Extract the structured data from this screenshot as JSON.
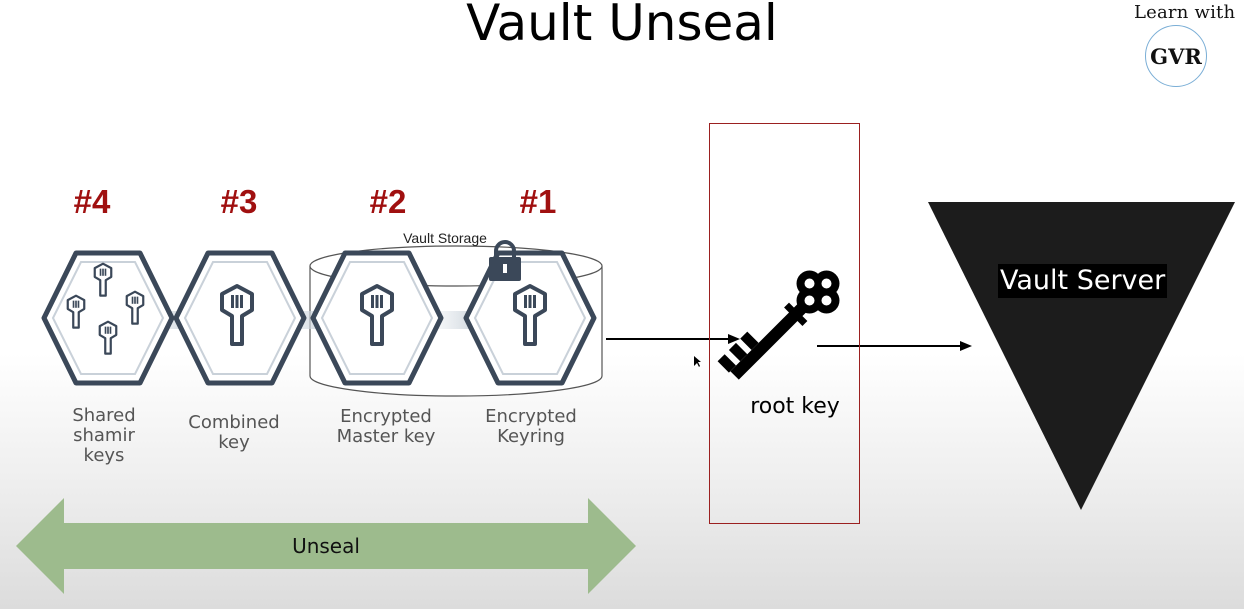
{
  "title": "Vault Unseal",
  "brand": {
    "text": "Learn with",
    "logo": "GVR"
  },
  "steps": [
    {
      "number": "#4",
      "caption": "Shared\nshamir\nkeys",
      "icon": "shamir-keys-icon"
    },
    {
      "number": "#3",
      "caption": "Combined\nkey",
      "icon": "combined-key-icon"
    },
    {
      "number": "#2",
      "caption": "Encrypted\nMaster key",
      "icon": "encrypted-master-key-icon"
    },
    {
      "number": "#1",
      "caption": "Encrypted\nKeyring",
      "icon": "encrypted-keyring-icon"
    }
  ],
  "storage_label": "Vault Storage",
  "root_key_label": "root key",
  "server_label": "Vault Server",
  "unseal_label": "Unseal",
  "colors": {
    "step_number": "#a01010",
    "icon_stroke": "#3b4859",
    "arrow_green": "#9dbb8d",
    "box_border": "#9b2020"
  }
}
